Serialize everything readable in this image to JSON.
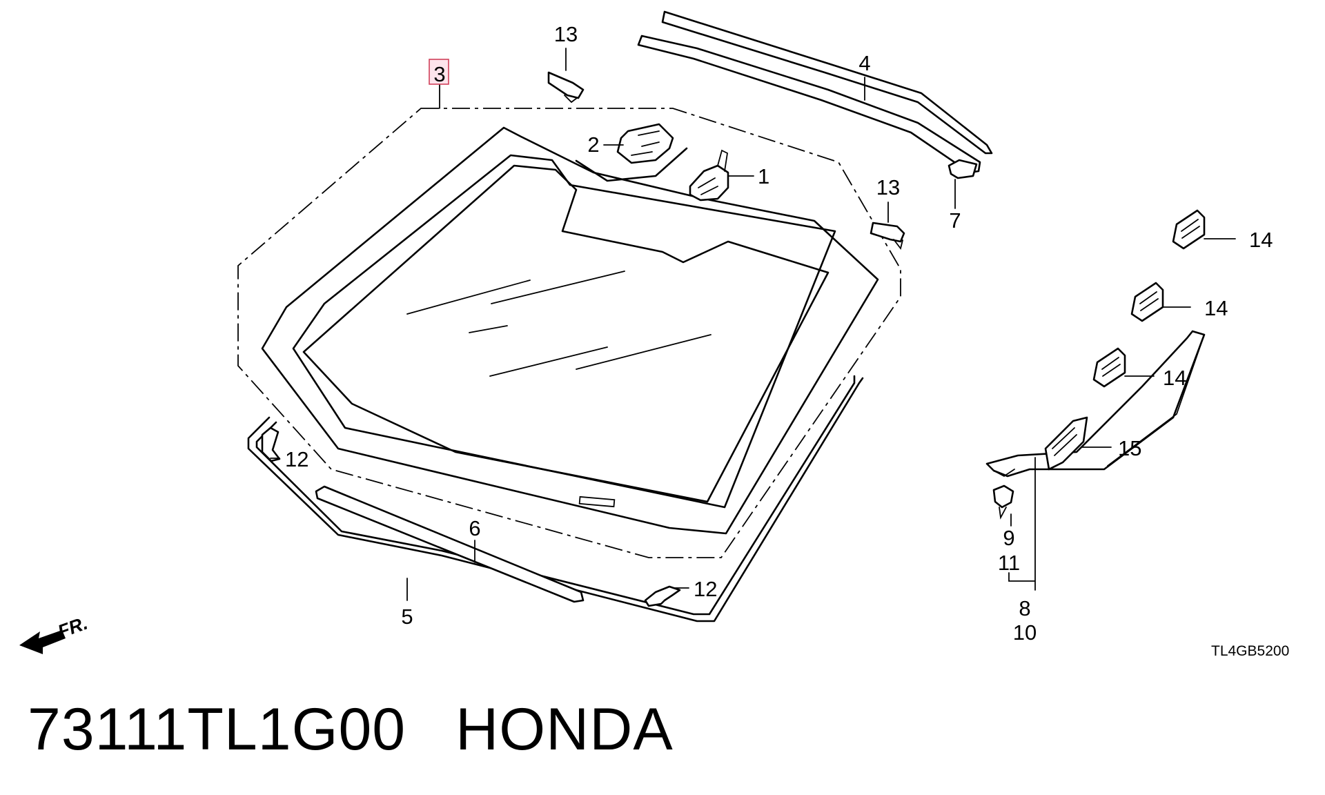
{
  "diagram": {
    "callouts": {
      "c1": "1",
      "c2": "2",
      "c3": "3",
      "c4": "4",
      "c5": "5",
      "c6": "6",
      "c7": "7",
      "c8": "8",
      "c9": "9",
      "c10": "10",
      "c11": "11",
      "c12a": "12",
      "c12b": "12",
      "c13a": "13",
      "c13b": "13",
      "c14a": "14",
      "c14b": "14",
      "c14c": "14",
      "c15": "15"
    },
    "highlighted_callout": "3",
    "highlight_color": "#d0405a",
    "front_marker": "FR.",
    "figure_code": "TL4GB5200"
  },
  "caption": {
    "part_number": "73111TL1G00",
    "brand": "HONDA"
  }
}
